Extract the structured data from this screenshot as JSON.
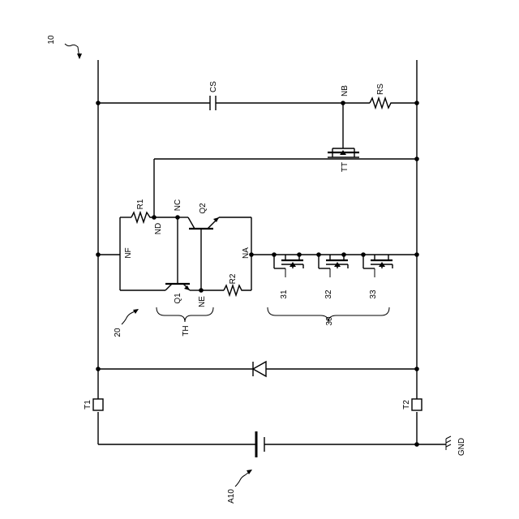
{
  "figure": {
    "ref_main": "10",
    "ref_battery": "A10",
    "ref_circuit": "20",
    "ref_group": "30",
    "terminal_1": "T1",
    "terminal_2": "T2",
    "ground": "GND",
    "capacitor": "CS",
    "resistor_s": "RS",
    "resistor_1": "R1",
    "resistor_2": "R2",
    "transistor_1": "Q1",
    "transistor_2": "Q2",
    "transistor_t": "TT",
    "thyristor": "TH",
    "node_a": "NA",
    "node_b": "NB",
    "node_c": "NC",
    "node_d": "ND",
    "node_e": "NE",
    "node_f": "NF",
    "element_31": "31",
    "element_32": "32",
    "element_33": "33"
  }
}
